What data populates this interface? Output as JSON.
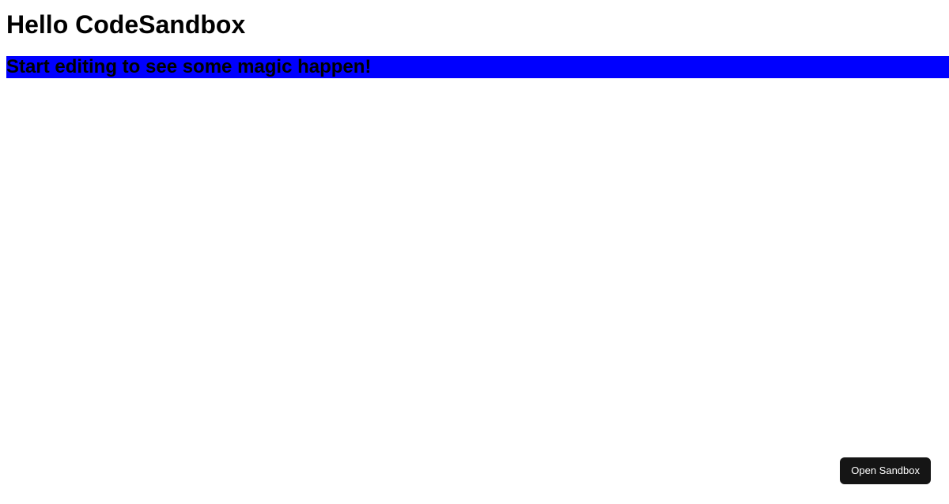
{
  "page": {
    "title": "Hello CodeSandbox",
    "subtitle": "Start editing to see some magic happen!"
  },
  "open_sandbox": {
    "label": "Open Sandbox"
  },
  "colors": {
    "page_background": "#ffffff",
    "heading_text": "#000000",
    "subtitle_text": "#000000",
    "subtitle_highlight": "#0000ff",
    "button_background": "#151515",
    "button_text": "#ffffff"
  }
}
